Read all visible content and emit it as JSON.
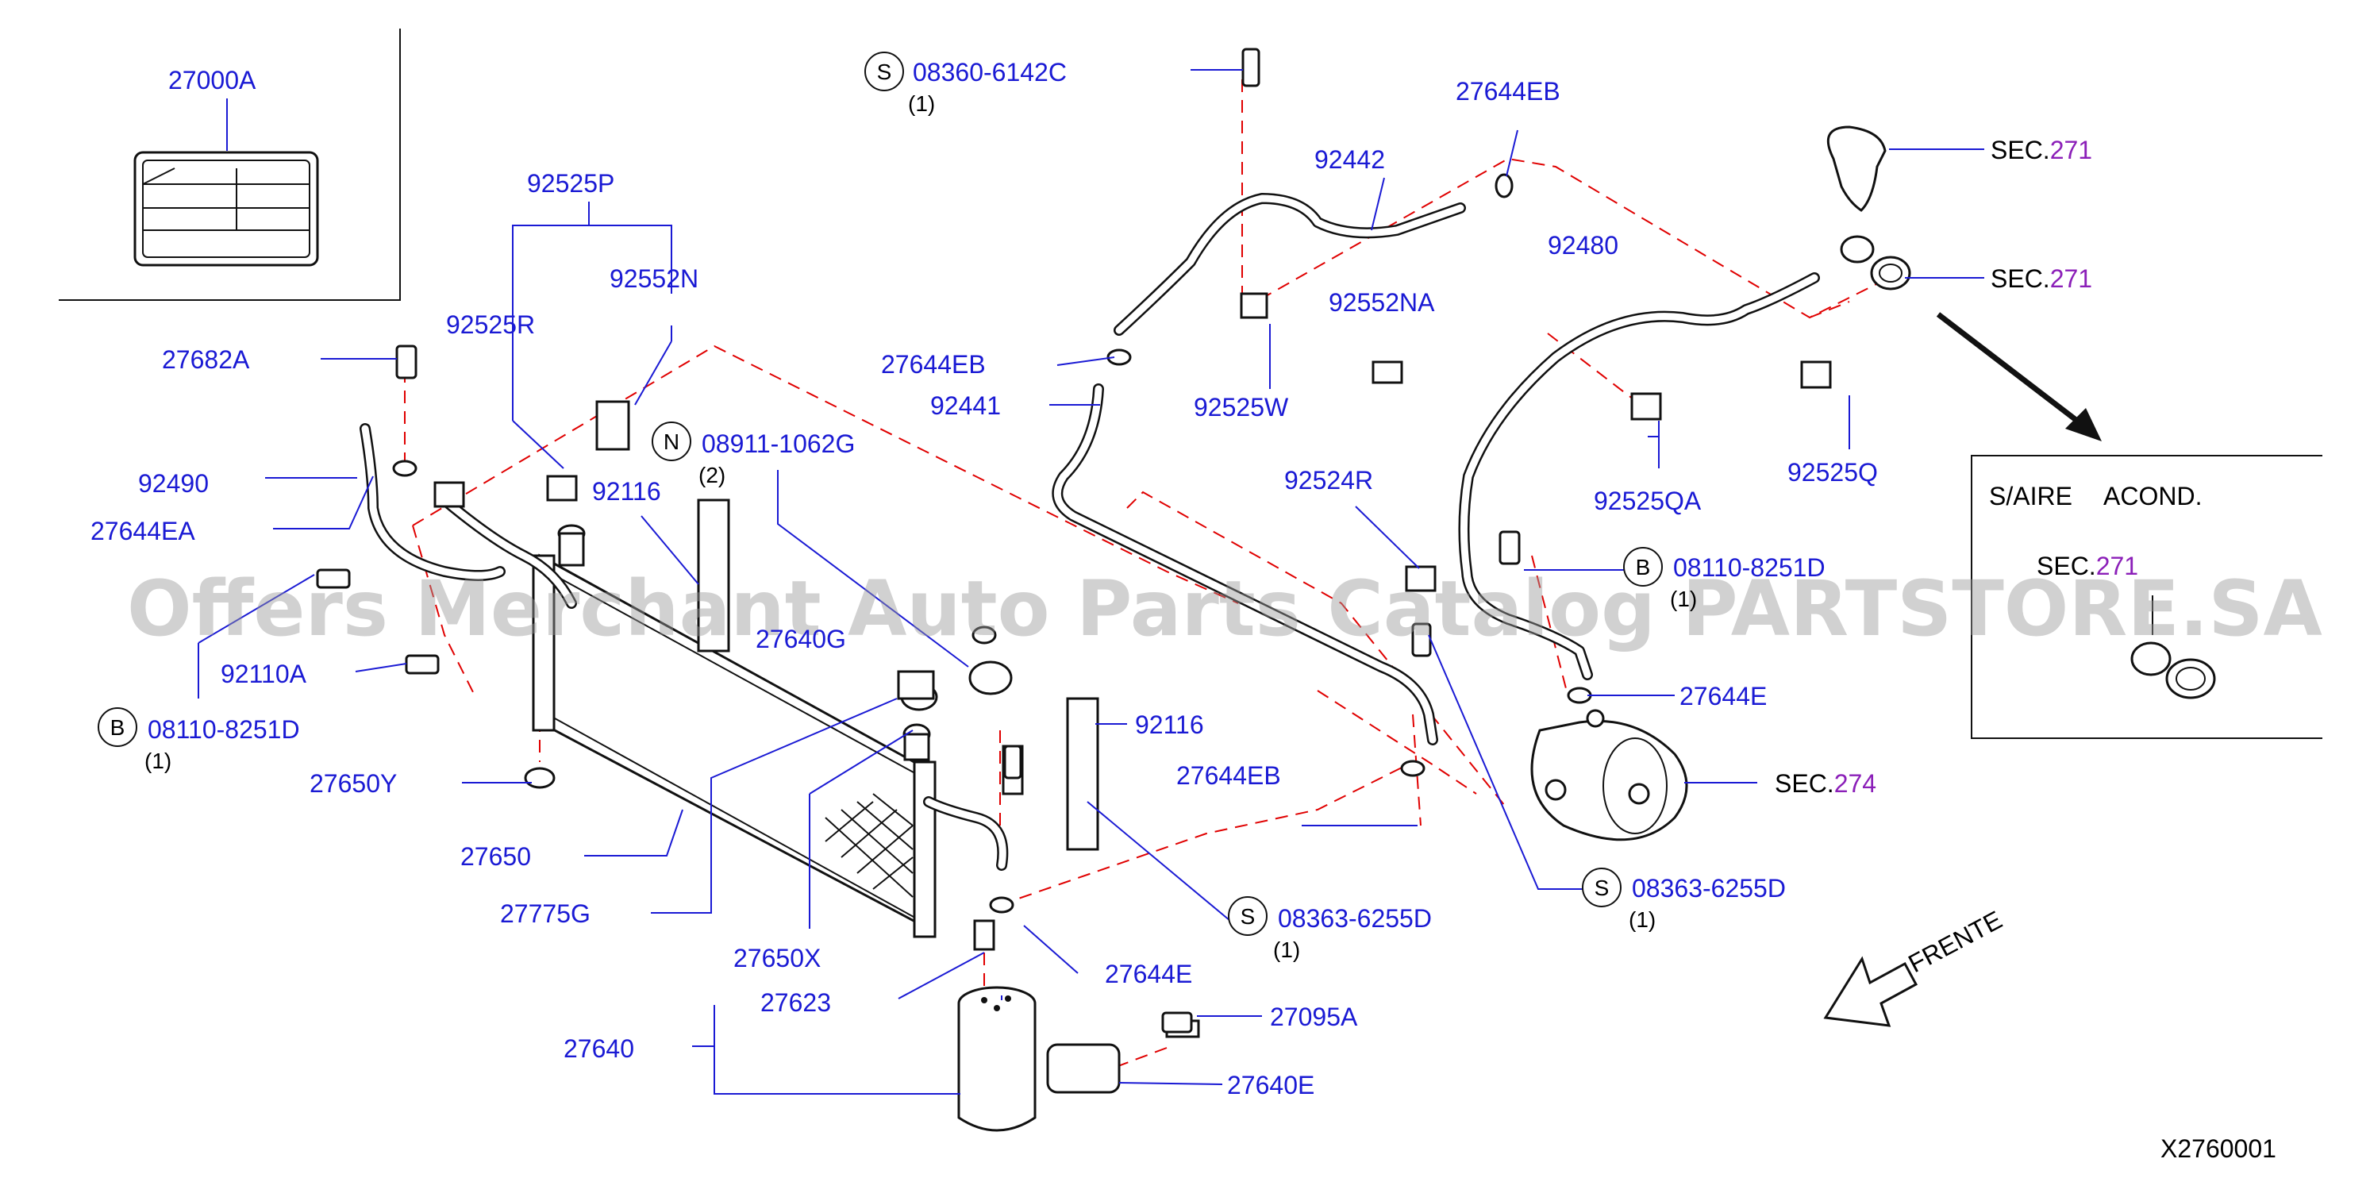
{
  "watermark": "Offers Merchant Auto Parts Catalog PARTSTORE.SA",
  "diagram_code": "X2760001",
  "direction": "FRENTE",
  "inset": {
    "title_a": "S/AIRE",
    "title_b": "ACOND.",
    "sec_prefix": "SEC.",
    "sec_number": "271"
  },
  "colors": {
    "label": "#1a1ad4",
    "leader_dash": "#e00000",
    "sec_number": "#8b1fb8"
  },
  "labels": [
    {
      "id": "p27000A",
      "text": "27000A"
    },
    {
      "id": "p92525P",
      "text": "92525P"
    },
    {
      "id": "p92552N",
      "text": "92552N"
    },
    {
      "id": "p92525R",
      "text": "92525R"
    },
    {
      "id": "p27682A",
      "text": "27682A"
    },
    {
      "id": "p92490",
      "text": "92490"
    },
    {
      "id": "p27644EA",
      "text": "27644EA"
    },
    {
      "id": "p92116a",
      "text": "92116"
    },
    {
      "id": "p92110A",
      "text": "92110A"
    },
    {
      "id": "p27640G",
      "text": "27640G"
    },
    {
      "id": "p27650Y",
      "text": "27650Y"
    },
    {
      "id": "p27650",
      "text": "27650"
    },
    {
      "id": "p27775G",
      "text": "27775G"
    },
    {
      "id": "p27650X",
      "text": "27650X"
    },
    {
      "id": "p27623",
      "text": "27623"
    },
    {
      "id": "p27640",
      "text": "27640"
    },
    {
      "id": "p27644Ea",
      "text": "27644E"
    },
    {
      "id": "p27095A",
      "text": "27095A"
    },
    {
      "id": "p27640E",
      "text": "27640E"
    },
    {
      "id": "p92116b",
      "text": "92116"
    },
    {
      "id": "p27644EBa",
      "text": "27644EB"
    },
    {
      "id": "p92442",
      "text": "92442"
    },
    {
      "id": "p27644EBb",
      "text": "27644EB"
    },
    {
      "id": "p92441",
      "text": "92441"
    },
    {
      "id": "p92552NA",
      "text": "92552NA"
    },
    {
      "id": "p92525W",
      "text": "92525W"
    },
    {
      "id": "p92480",
      "text": "92480"
    },
    {
      "id": "p92525QA",
      "text": "92525QA"
    },
    {
      "id": "p92525Q",
      "text": "92525Q"
    },
    {
      "id": "p92524R",
      "text": "92524R"
    },
    {
      "id": "p27644Eb",
      "text": "27644E"
    },
    {
      "id": "p27644EBc",
      "text": "27644EB"
    }
  ],
  "coded_labels": [
    {
      "id": "c1",
      "letter": "S",
      "text": "08360-6142C",
      "qty": "(1)"
    },
    {
      "id": "c2",
      "letter": "N",
      "text": "08911-1062G",
      "qty": "(2)"
    },
    {
      "id": "c3",
      "letter": "B",
      "text": "08110-8251D",
      "qty": "(1)"
    },
    {
      "id": "c4",
      "letter": "B",
      "text": "08110-8251D",
      "qty": "(1)"
    },
    {
      "id": "c5",
      "letter": "S",
      "text": "08363-6255D",
      "qty": "(1)"
    },
    {
      "id": "c6",
      "letter": "S",
      "text": "08363-6255D",
      "qty": "(1)"
    }
  ],
  "sec_refs": [
    {
      "id": "s1",
      "prefix": "SEC.",
      "number": "271"
    },
    {
      "id": "s2",
      "prefix": "SEC.",
      "number": "271"
    },
    {
      "id": "s3",
      "prefix": "SEC.",
      "number": "274"
    }
  ]
}
